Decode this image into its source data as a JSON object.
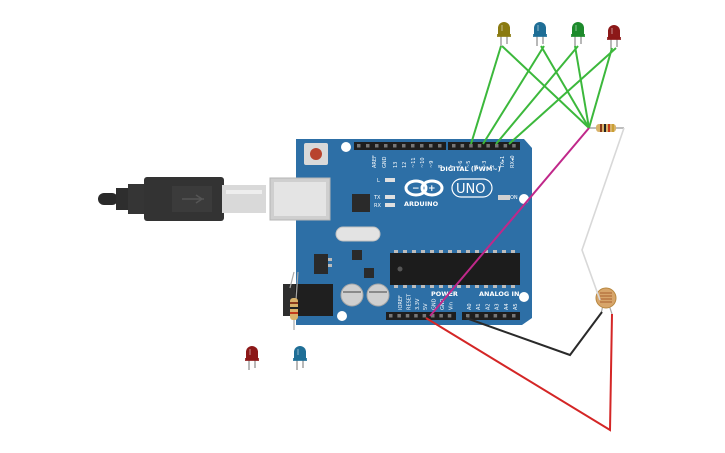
{
  "board": {
    "brand": "ARDUINO",
    "model": "UNO",
    "digital_label": "DIGITAL (PWM~)",
    "power_label": "POWER",
    "analog_label": "ANALOG IN",
    "on_label": "ON",
    "l_label": "L",
    "tx_label": "TX",
    "rx_label": "RX",
    "top_pins": [
      "AREF",
      "GND",
      "13",
      "12",
      "~11",
      "~10",
      "~9",
      "8",
      "7",
      "~6",
      "~5",
      "4",
      "~3",
      "2",
      "TX▸1",
      "RX◂0"
    ],
    "power_pins": [
      "IOREF",
      "RESET",
      "3.3V",
      "5V",
      "GND",
      "GND",
      "Vin"
    ],
    "analog_pins": [
      "A0",
      "A1",
      "A2",
      "A3",
      "A4",
      "A5"
    ]
  },
  "leds_top": [
    {
      "color": "#8a7a10"
    },
    {
      "color": "#1f6e96"
    },
    {
      "color": "#1d8a2c"
    },
    {
      "color": "#8c1818"
    }
  ],
  "leds_loose": [
    {
      "color": "#8c1818"
    },
    {
      "color": "#1f6e96"
    }
  ],
  "wire_colors": {
    "green": "#3cb83c",
    "magenta": "#c0288a",
    "red": "#d42626",
    "black": "#2a2a2a",
    "white": "#d8d8d8"
  },
  "board_color": "#2d6fa6"
}
